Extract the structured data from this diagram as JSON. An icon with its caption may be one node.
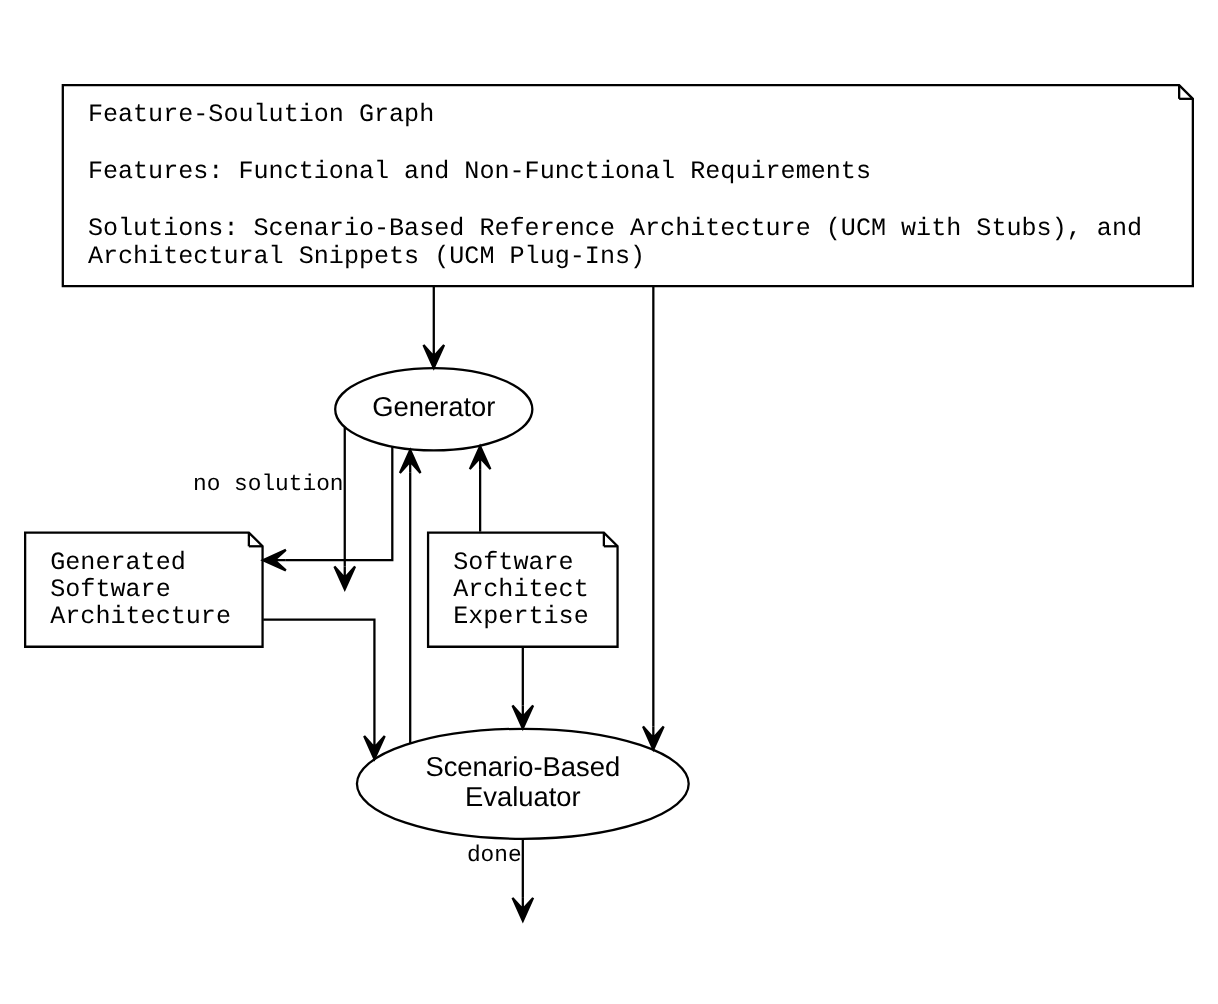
{
  "diagram": {
    "nodes": [
      {
        "text": [
          "Feature-Soulution Graph",
          "Features: Functional and Non-Functional Requirements",
          "Solutions: Scenario-Based Reference Architecture (UCM with Stubs), and Architectural Snippets (UCM Plug-Ins)"
        ]
      },
      {
        "text": [
          "Generator"
        ]
      },
      {
        "text": [
          "Software Architect Expertise"
        ]
      },
      {
        "text": [
          "Generated Software Architecture"
        ]
      },
      {
        "text": [
          "Scenario-Based Evaluator"
        ]
      }
    ],
    "edges": [
      {
        "from": 0,
        "to": 1,
        "arrow": "to"
      },
      {
        "from": 0,
        "to": 4,
        "arrow": "to"
      },
      {
        "from": 2,
        "to": 1,
        "arrow": "to"
      },
      {
        "from": 4,
        "to": 1,
        "arrow": "to"
      },
      {
        "from": 1,
        "to": 3,
        "arrow": "to"
      },
      {
        "from": 1,
        "to": null,
        "arrow": "to",
        "label": "no solution"
      },
      {
        "from": 3,
        "to": 4,
        "arrow": "to"
      },
      {
        "from": 2,
        "to": 4,
        "arrow": "to"
      },
      {
        "from": 4,
        "to": null,
        "arrow": "to",
        "label": "done"
      }
    ]
  }
}
